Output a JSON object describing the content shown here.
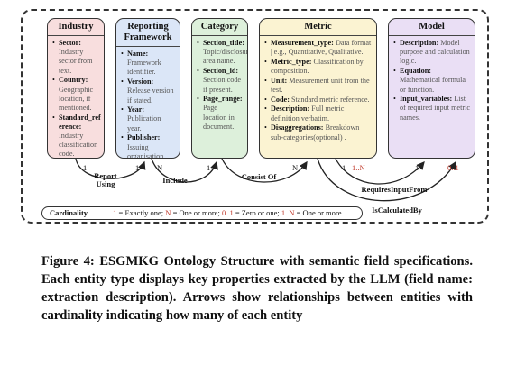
{
  "entities": {
    "industry": {
      "title": "Industry",
      "fields": [
        {
          "name": "Sector:",
          "desc": "Industry sector from text."
        },
        {
          "name": "Country:",
          "desc": "Geographic location, if mentioned."
        },
        {
          "name": "Standard_ref erence:",
          "desc": "Industry classification code."
        }
      ]
    },
    "reporting": {
      "title": "Reporting Framework",
      "fields": [
        {
          "name": "Name:",
          "desc": "Framework identifier."
        },
        {
          "name": "Version:",
          "desc": "Release version if stated."
        },
        {
          "name": "Year:",
          "desc": "Publication year."
        },
        {
          "name": "Publisher:",
          "desc": "Issuing organisation."
        }
      ]
    },
    "category": {
      "title": "Category",
      "fields": [
        {
          "name": "Section_title:",
          "desc": "Topic/disclosure area name."
        },
        {
          "name": "Section_id:",
          "desc": "Section code if present."
        },
        {
          "name": "Page_range:",
          "desc": "Page location in document."
        }
      ]
    },
    "metric": {
      "title": "Metric",
      "fields": [
        {
          "name": "Measurement_type:",
          "desc": "Data format | e.g., Quantitative, Qualitative."
        },
        {
          "name": "Metric_type:",
          "desc": "Classification by composition."
        },
        {
          "name": "Unit:",
          "desc": "Measurement unit from the test."
        },
        {
          "name": "Code:",
          "desc": "Standard metric reference."
        },
        {
          "name": "Description:",
          "desc": "Full metric definition verbatim."
        },
        {
          "name": "Disaggregations:",
          "desc": "Breakdown sub-categories(optional) ."
        }
      ]
    },
    "model": {
      "title": "Model",
      "fields": [
        {
          "name": "Description:",
          "desc": "Model purpose and calculation logic."
        },
        {
          "name": "Equation:",
          "desc": "Mathematical formula or function."
        },
        {
          "name": "Input_variables:",
          "desc": "List of required input metric names."
        }
      ]
    }
  },
  "relations": {
    "report_using": "Report Using",
    "include": "Include",
    "consist_of": "Consist Of",
    "requires_input_from": "RequiresInputFrom",
    "is_calculated_by": "IsCalculatedBy"
  },
  "cardinality_labels": {
    "c1": "1",
    "c2": "1",
    "c3": "N",
    "c4": "1",
    "c5": "N",
    "c6": "1",
    "c7": "1..N",
    "c8": "1",
    "c9": "0..1"
  },
  "legend": {
    "title": "Cardinality",
    "one": "1",
    "one_text": " = Exactly one; ",
    "n": "N",
    "n_text": " = One or more; ",
    "zero_one": "0..1",
    "zero_one_text": " = Zero or one; ",
    "one_n": "1..N",
    "one_n_text": " = One or more"
  },
  "caption": "Figure 4: ESGMKG Ontology Structure with semantic field specifications. Each entity type displays key properties extracted by the LLM (field name: extraction description). Arrows show relationships between entities with cardinality indicating how many of each entity",
  "colors": {
    "industry": "#f8dede",
    "reporting": "#dbe6f7",
    "category": "#ddf0db",
    "metric": "#fbf3d2",
    "model": "#eadff5",
    "cardinality_red": "#c0392b"
  }
}
